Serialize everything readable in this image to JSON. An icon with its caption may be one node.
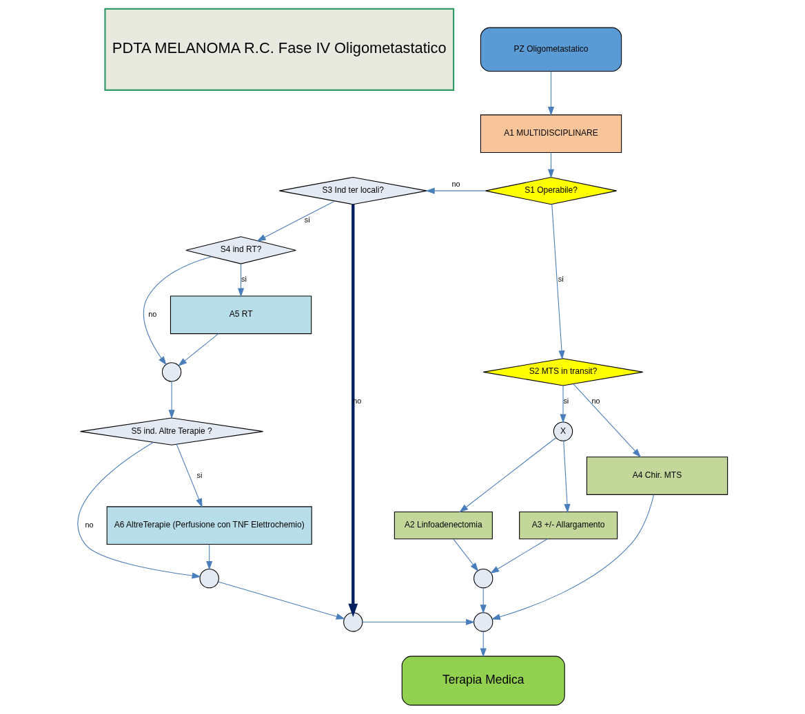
{
  "diagram": {
    "nodes": [
      {
        "text": [
          "PDTA MELANOMA R.C. Fase IV Oligometastatico"
        ]
      },
      {
        "text": [
          "PZ Oligometastatico"
        ]
      },
      {
        "text": [
          "A1 MULTIDISCIPLINARE"
        ]
      },
      {
        "text": [
          "S1 Operabile?"
        ]
      },
      {
        "text": [
          "S3 Ind ter locali?"
        ]
      },
      {
        "text": [
          "S2 MTS in transit?"
        ]
      },
      {
        "text": [
          "X"
        ]
      },
      {
        "text": [
          "A2 Linfoadenectomia"
        ]
      },
      {
        "text": [
          "A3 +/- Allargamento"
        ]
      },
      {
        "text": [],
        "shape": "circle"
      },
      {
        "text": [
          "S4 ind RT?"
        ]
      },
      {
        "text": [
          "A5 RT"
        ]
      },
      {
        "text": [],
        "shape": "circle"
      },
      {
        "text": [
          "S5 ind. Altre Terapie ?"
        ]
      },
      {
        "text": [
          "A6 AltreTerapie (Perfusione con TNF Elettrochemio)"
        ]
      },
      {
        "text": [],
        "shape": "circle"
      },
      {
        "text": [],
        "shape": "circle"
      },
      {
        "text": [
          "A4 Chir. MTS"
        ]
      },
      {
        "text": [],
        "shape": "circle"
      },
      {
        "text": [
          "Terapia Medica"
        ]
      }
    ],
    "edges": [
      {
        "from": 1,
        "to": 2,
        "arrow": "to"
      },
      {
        "from": 2,
        "to": 3,
        "arrow": "to"
      },
      {
        "from": 3,
        "to": 4,
        "arrow": "to",
        "label": "no"
      },
      {
        "from": 3,
        "to": 5,
        "arrow": "to",
        "label": "si"
      },
      {
        "from": 5,
        "to": 6,
        "arrow": "to",
        "label": "si"
      },
      {
        "from": 6,
        "to": 7,
        "arrow": "to"
      },
      {
        "from": 6,
        "to": 8,
        "arrow": "to"
      },
      {
        "from": 7,
        "to": 9,
        "arrow": "to"
      },
      {
        "from": 8,
        "to": 9,
        "arrow": "to"
      },
      {
        "from": 5,
        "to": 17,
        "arrow": "to",
        "label": "no"
      },
      {
        "from": 4,
        "to": 10,
        "arrow": "to",
        "label": "si"
      },
      {
        "from": 4,
        "to": 16,
        "arrow": "to",
        "label": "no",
        "style": "thick",
        "color": "#002060"
      },
      {
        "from": 10,
        "to": 11,
        "arrow": "to",
        "label": "si"
      },
      {
        "from": 10,
        "to": 12,
        "arrow": "to",
        "label": "no"
      },
      {
        "from": 11,
        "to": 12,
        "arrow": "to"
      },
      {
        "from": 12,
        "to": 13,
        "arrow": "to"
      },
      {
        "from": 13,
        "to": 14,
        "arrow": "to",
        "label": "si"
      },
      {
        "from": 13,
        "to": 15,
        "arrow": "to",
        "label": "no"
      },
      {
        "from": 14,
        "to": 15,
        "arrow": "to"
      },
      {
        "from": 15,
        "to": 16,
        "arrow": "to"
      },
      {
        "from": 16,
        "to": 18,
        "arrow": "to"
      },
      {
        "from": 17,
        "to": 18,
        "arrow": "to"
      },
      {
        "from": 9,
        "to": 18,
        "arrow": "to"
      },
      {
        "from": 18,
        "to": 19,
        "arrow": "to"
      }
    ]
  }
}
